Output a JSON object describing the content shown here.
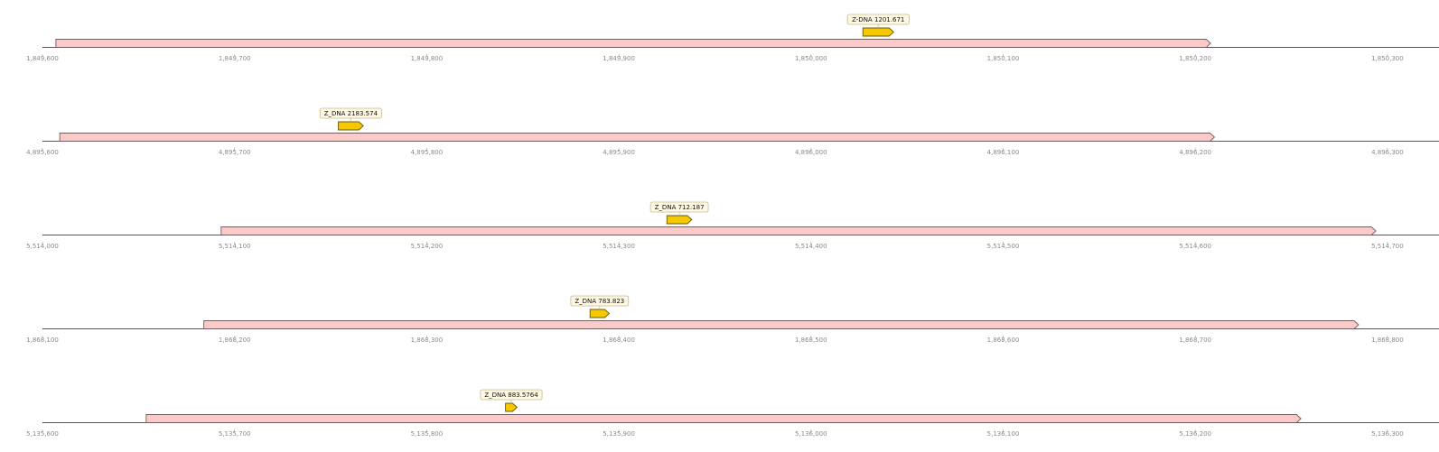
{
  "colors": {
    "background": "#ffffff",
    "axis_line": "#555555",
    "tick": "#aaaaaa",
    "tick_label": "#8a8a8a",
    "region_fill": "#f8caca",
    "region_stroke": "#7a5a5a",
    "feature_fill": "#f5c800",
    "feature_stroke": "#6b5a00",
    "badge_fill": "#fdf8e4",
    "badge_stroke": "#c9b991"
  },
  "tracks": [
    {
      "view_start": 1849600,
      "view_end": 1850300,
      "tick_labels": [
        "1,849,600",
        "1,849,700",
        "1,849,800",
        "1,849,900",
        "1,850,000",
        "1,850,100",
        "1,850,200",
        "1,850,300"
      ],
      "region": {
        "start": 1849607,
        "end": 1850208,
        "direction": "forward"
      },
      "feature": {
        "label": "Z-DNA 1201.671",
        "start": 1850027,
        "end": 1850043,
        "direction": "forward"
      }
    },
    {
      "view_start": 4895600,
      "view_end": 4896300,
      "tick_labels": [
        "4,895,600",
        "4,895,700",
        "4,895,800",
        "4,895,900",
        "4,896,000",
        "4,896,100",
        "4,896,200",
        "4,896,300"
      ],
      "region": {
        "start": 4895609,
        "end": 4896210,
        "direction": "forward"
      },
      "feature": {
        "label": "Z_DNA 2183.574",
        "start": 4895754,
        "end": 4895767,
        "direction": "forward"
      }
    },
    {
      "view_start": 5514000,
      "view_end": 5514700,
      "tick_labels": [
        "5,514,000",
        "5,514,100",
        "5,514,200",
        "5,514,300",
        "5,514,400",
        "5,514,500",
        "5,514,600",
        "5,514,700"
      ],
      "region": {
        "start": 5514093,
        "end": 5514694,
        "direction": "forward"
      },
      "feature": {
        "label": "Z_DNA 712.187",
        "start": 5514325,
        "end": 5514338,
        "direction": "forward"
      }
    },
    {
      "view_start": 1868100,
      "view_end": 1868800,
      "tick_labels": [
        "1,868,100",
        "1,868,200",
        "1,868,300",
        "1,868,400",
        "1,868,500",
        "1,868,600",
        "1,868,700",
        "1,868,800"
      ],
      "region": {
        "start": 1868184,
        "end": 1868785,
        "direction": "forward"
      },
      "feature": {
        "label": "Z_DNA 783.823",
        "start": 1868385,
        "end": 1868395,
        "direction": "forward"
      }
    },
    {
      "view_start": 5135600,
      "view_end": 5136300,
      "tick_labels": [
        "5,135,600",
        "5,135,700",
        "5,135,800",
        "5,135,900",
        "5,136,000",
        "5,136,100",
        "5,136,200",
        "5,136,300"
      ],
      "region": {
        "start": 5135654,
        "end": 5136255,
        "direction": "forward"
      },
      "feature": {
        "label": "Z_DNA 883.5764",
        "start": 5135841,
        "end": 5135847,
        "direction": "forward"
      }
    }
  ]
}
